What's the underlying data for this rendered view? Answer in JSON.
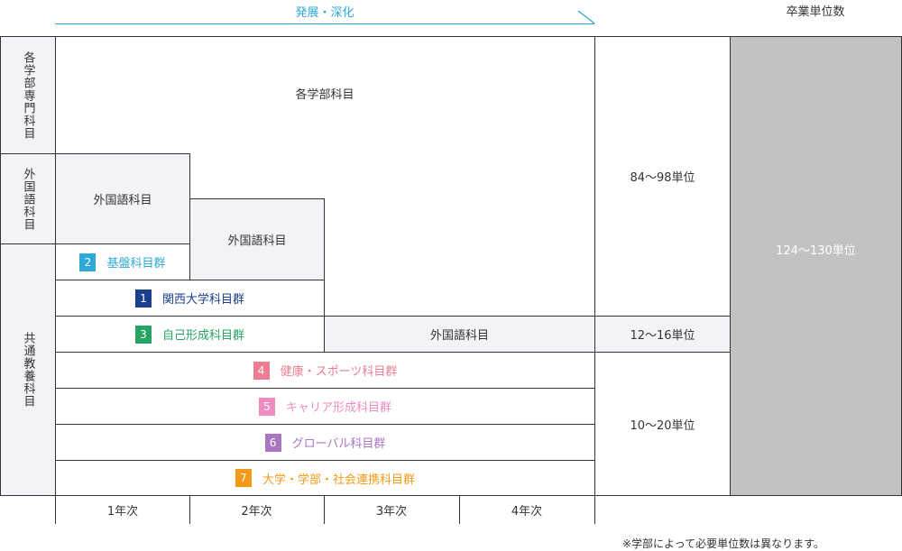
{
  "header": {
    "progression_label": "発展・深化",
    "graduation_credits_label": "卒業単位数"
  },
  "left_categories": {
    "faculty": "各学部専門科目",
    "foreign": "外国語科目",
    "general": "共通教養科目"
  },
  "blocks": {
    "faculty_subjects": "各学部科目",
    "foreign_1": "外国語科目",
    "foreign_2": "外国語科目",
    "foreign_3": "外国語科目",
    "g2": {
      "num": "2",
      "label": "基盤科目群"
    },
    "g1": {
      "num": "1",
      "label": "関西大学科目群"
    },
    "g3": {
      "num": "3",
      "label": "自己形成科目群"
    },
    "g4": {
      "num": "4",
      "label": "健康・スポーツ科目群"
    },
    "g5": {
      "num": "5",
      "label": "キャリア形成科目群"
    },
    "g6": {
      "num": "6",
      "label": "グローバル科目群"
    },
    "g7": {
      "num": "7",
      "label": "大学・学部・社会連携科目群"
    }
  },
  "credits": {
    "faculty": "84〜98単位",
    "foreign": "12〜16単位",
    "general": "10〜20単位",
    "total": "124〜130単位"
  },
  "years": [
    "1年次",
    "2年次",
    "3年次",
    "4年次"
  ],
  "footnote": "※学部によって必要単位数は異なります。",
  "colors": {
    "arrow": "#2ea7d6",
    "g1": "#1b3f8f",
    "g2": "#2eaad8",
    "g3": "#27a463",
    "g4": "#ec7d92",
    "g5": "#ee8cc0",
    "g6": "#a977c2",
    "g7": "#f39a16",
    "total_bg": "#c2c2c2",
    "light_bg": "#f2f2f7"
  }
}
